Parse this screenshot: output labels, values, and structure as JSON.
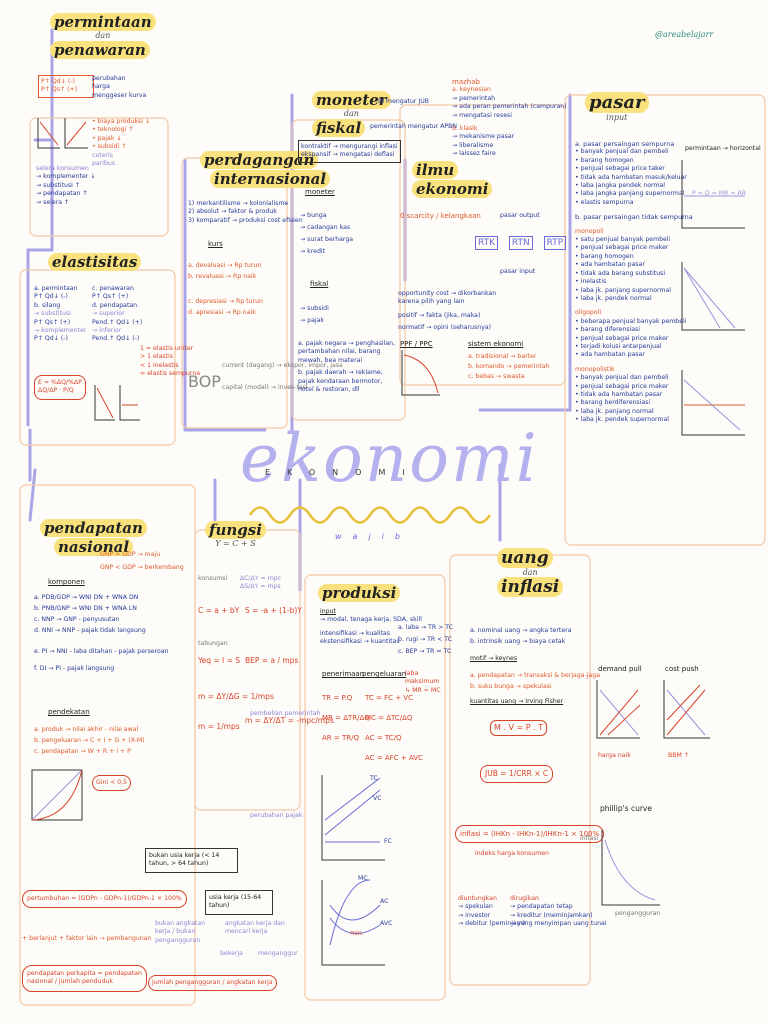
{
  "watermark": "@areabelajarr",
  "center": {
    "title": "ekonomi",
    "spaced": "EKONOMI",
    "tag": "wajib"
  },
  "permintaan": {
    "title": "permintaan",
    "conj": "dan",
    "title2": "penawaran",
    "lines": [
      "P↑ Qd↓ (-)",
      "P↑ Qs↑ (+)"
    ],
    "notes": [
      "perubahan",
      "harga",
      "menggeser kurva",
      "…"
    ],
    "faktor": [
      "selera konsumen",
      "→ komplementer ↓",
      "→ substitusi ↑",
      "→ pendapatan ↑",
      "→ selera ↑"
    ],
    "shift": [
      "• biaya produksi ↓",
      "• teknologi ↑",
      "• pajak ↓",
      "• subsidi ↑"
    ],
    "ceteris": [
      "ceteris",
      "paribus"
    ]
  },
  "elastisitas": {
    "title": "elastisitas",
    "left": [
      "a. permintaan",
      "P↑ Qd↓ (-)",
      "b. silang",
      "→ substitusi",
      "P↑ Qs↑ (+)",
      "→ komplementer",
      "P↑ Qd↓ (-)"
    ],
    "right": [
      "c. penawaran",
      "P↑ Qs↑ (+)",
      "d. pendapatan",
      "→ superior",
      "Pend.↑ Qd↓ (+)",
      "→ inferior",
      "Pend.↑ Qd↓ (-)"
    ],
    "formulas": [
      "E = %ΔQ/%ΔP",
      "ΔQ/ΔP · P/Q"
    ],
    "types": [
      "1 = elastis uniter",
      "> 1 elastis",
      "< 1 inelastis",
      "∞ elastis sempurna"
    ]
  },
  "perdagangan": {
    "title": "perdagangan",
    "title2": "internasional",
    "teori": [
      "1) merkantilisme → kolonialisme",
      "2) absolut → faktor & produk",
      "3) komparatif → produksi cost efisien"
    ],
    "kurs": "kurs",
    "kurs_lines": [
      "a. devaluasi → Rp turun",
      "b. revaluasi → Rp naik",
      "c. depresiasi → Rp turun",
      "d. apresiasi → Rp naik"
    ],
    "bop": "BOP",
    "bop_lines": [
      "current (dagang) → ekspor, impor, jasa",
      "capital (modal) → inves-tasi"
    ]
  },
  "moneter": {
    "title": "moneter",
    "conj": "dan",
    "title2": "fiskal",
    "bi": "BI mengatur JUB",
    "pemerintah": "pemerintah mengatur APBN",
    "desc": [
      "kontraktif → mengurangi inflasi",
      "ekspansif → mengatasi deflasi"
    ],
    "moneter_hd": "moneter",
    "moneter_items": [
      "→ bunga",
      "→ cadangan kas",
      "→ surat berharga",
      "→ kredit"
    ],
    "fiskal_hd": "fiskal",
    "fiskal_items": [
      "→ subsidi",
      "→ pajak"
    ],
    "notes": [
      "a. pajak negara → penghasilan, pertambahan nilai, barang mewah, bea materai",
      "b. pajak daerah → reklame, pajak kendaraan bermotor, hotel & restoran, dll"
    ]
  },
  "ilmu": {
    "title": "ilmu",
    "title2": "ekonomi",
    "mazhab": "mazhab",
    "mazhab_items": [
      "a. keynesian",
      "→ pemerintah",
      "→ ada peran pemerintah (campuran)",
      "→ mengatasi resesi",
      "b. klasik",
      "→ mekanisme pasar",
      "→ liberalisme",
      "→ laissez faire"
    ],
    "scarcity": "0 scarcity / kelangkaan",
    "rtk": [
      "RTK",
      "RTN",
      "RTP"
    ],
    "rtk_labels": [
      "pasar output",
      "pasar input"
    ],
    "opp": "opportunity cost → dikorbankan karena pilih yang lain",
    "positif": "positif → fakta (jika, maka)",
    "normatif": "normatif → opini (seharusnya)",
    "ppf": "PPF / PPC",
    "sistem": "sistem ekonomi",
    "sistem_items": [
      "a. tradisional → barter",
      "b. komando → pemerintah",
      "c. bebas → swasta"
    ]
  },
  "pasar": {
    "title": "pasar",
    "sub": "input",
    "sempurna": "a. pasar persaingan sempurna",
    "sempurna_items": [
      "• banyak penjual dan pembeli",
      "• barang homogen",
      "• penjual sebagai price taker",
      "• tidak ada hambatan masuk/keluar",
      "• laba jangka pendek normal",
      "• laba jangka panjang supernormal",
      "• elastis sempurna"
    ],
    "tidak": "b. pasar persaingan tidak sempurna",
    "monopoli": "monopoli",
    "monopoli_items": [
      "• satu penjual banyak pembeli",
      "• penjual sebagai price maker",
      "• barang homogen",
      "• ada hambatan pasar",
      "• tidak ada barang substitusi",
      "• inelastis",
      "• laba jk. panjang supernormal",
      "• laba jk. pendek normal"
    ],
    "oligopoli": "oligopoli",
    "oligopoli_items": [
      "• beberapa penjual banyak pembeli",
      "• barang diferensiasi",
      "• penjual sebagai price maker",
      "• terjadi kolusi antarpenjual",
      "• ada hambatan pasar"
    ],
    "monopolistik": "monopolistik",
    "monopolistik_items": [
      "• banyak penjual dan pembeli",
      "• penjual sebagai price maker",
      "• tidak ada hambatan pasar",
      "• barang berdiferensiasi",
      "• laba jk. panjang normal",
      "• laba jk. pendek supernormal"
    ],
    "chart_label": "permintaan → horizontal",
    "p_eq": "P = D = MR = AR"
  },
  "pendapatan": {
    "title": "pendapatan",
    "title2": "nasional",
    "gnp": [
      "GNP > GDP → maju",
      "GNP < GDP → berkembang"
    ],
    "komponen_hd": "komponen",
    "komponen": [
      "a. PDB/GDP → WNI DN + WNA DN",
      "b. PNB/GNP → WNI DN + WNA LN",
      "c. NNP → GNP - penyusutan",
      "d. NNI → NNP - pajak tidak langsung",
      "e. PI → NNI - laba ditahan - pajak perseroan",
      "f. DI → PI - pajak langsung"
    ],
    "pendekatan_hd": "pendekatan",
    "pendekatan": [
      "a. produk → nilai akhir - nilai awal",
      "b. pengeluaran → C + I + G + (X-M)",
      "c. pendapatan → W + R + i + P"
    ],
    "gini": "Gini < 0,5",
    "pertumbuhan": "pertumbuhan = (GDPn - GDPn-1)/GDPn-1 × 100%",
    "faktor": "+ berlanjut + faktor lain → pembangunan",
    "perkapita": "pendapatan perkapita = pendapatan nasional / jumlah penduduk"
  },
  "fungsi": {
    "title": "fungsi",
    "sub": "Y = C + S",
    "items": [
      "C = a + bY",
      "S = -a + (1-b)Y",
      "Yeq = I = S",
      "BEP = a / mps",
      "m = ΔY/ΔG = 1/mps",
      "m = 1/mps",
      "m = ΔY/ΔT = -mpc/mps"
    ],
    "notes": [
      "ΔC/ΔY = mpc",
      "ΔS/ΔY = mps",
      "konsumsi",
      "tabungan",
      "pembelian pemerintah",
      "perubahan pajak"
    ]
  },
  "tenaga": {
    "label1": "bukan usia kerja (< 14 tahun, > 64 tahun)",
    "label2": "usia kerja (15-64 tahun)",
    "bukan": "bukan angkatan kerja / bukan pengangguran",
    "angkatan": "angkatan kerja dan mencari kerja",
    "bekerja": "bekerja",
    "menganggur": "menganggur",
    "rumus": "jumlah pengangguran / angkatan kerja"
  },
  "produksi": {
    "title": "produksi",
    "input": "input",
    "input_items": [
      "→ modal, tenaga kerja, SDA, skill"
    ],
    "intensifikasi": "intensifikasi → kualitas",
    "ekstensifikasi": "ekstensifikasi → kuantitas",
    "biaya": [
      "a. laba → TR > TC",
      "b. rugi → TR < TC",
      "c. BEP → TR = TC"
    ],
    "penerimaan": "penerimaan",
    "pengeluaran": "pengeluaran",
    "laba": "laba maksimum ↳ MR = MC",
    "formulas": [
      "TR = P.Q",
      "MR = ΔTR/ΔQ",
      "AR = TR/Q",
      "TC = FC + VC",
      "MC = ΔTC/ΔQ",
      "AC = TC/Q",
      "AC = AFC + AVC"
    ],
    "curve_labels": [
      "TC",
      "VC",
      "FC",
      "MC",
      "AC",
      "AVC",
      "min."
    ]
  },
  "uang": {
    "title": "uang",
    "conj": "dan",
    "title2": "inflasi",
    "nilai": [
      "a. nominal uang → angka tertera",
      "b. intrinsik uang → biaya cetak"
    ],
    "motif": "motif → keynes",
    "motif_items": [
      "a. pendapatan → transaksi & berjaga-jaga",
      "b. suku bunga → spekulasi"
    ],
    "kuantitas": "kuantitas uang → Irving Fisher",
    "fisher": "M . V = P . T",
    "jub": "JUB = 1/CRR × C",
    "inflasi": "inflasi = (IHKn - IHKn-1)/IHKn-1 × 100%",
    "ihk": "indeks harga konsumen",
    "diuntungkan": "diuntungkan",
    "diuntungkan_items": [
      "→ spekulan",
      "→ investor",
      "→ debitur (peminjam)"
    ],
    "dirugikan": "dirugikan",
    "dirugikan_items": [
      "→ pendapatan tetap",
      "→ kreditur (meminjamkan)",
      "→ yang menyimpan uang tunai"
    ],
    "charts": [
      "demand pull",
      "cost push",
      "phillip's curve"
    ],
    "chart_labels": [
      "harga naik",
      "BBM ↑",
      "inflasi",
      "pengangguran"
    ]
  }
}
